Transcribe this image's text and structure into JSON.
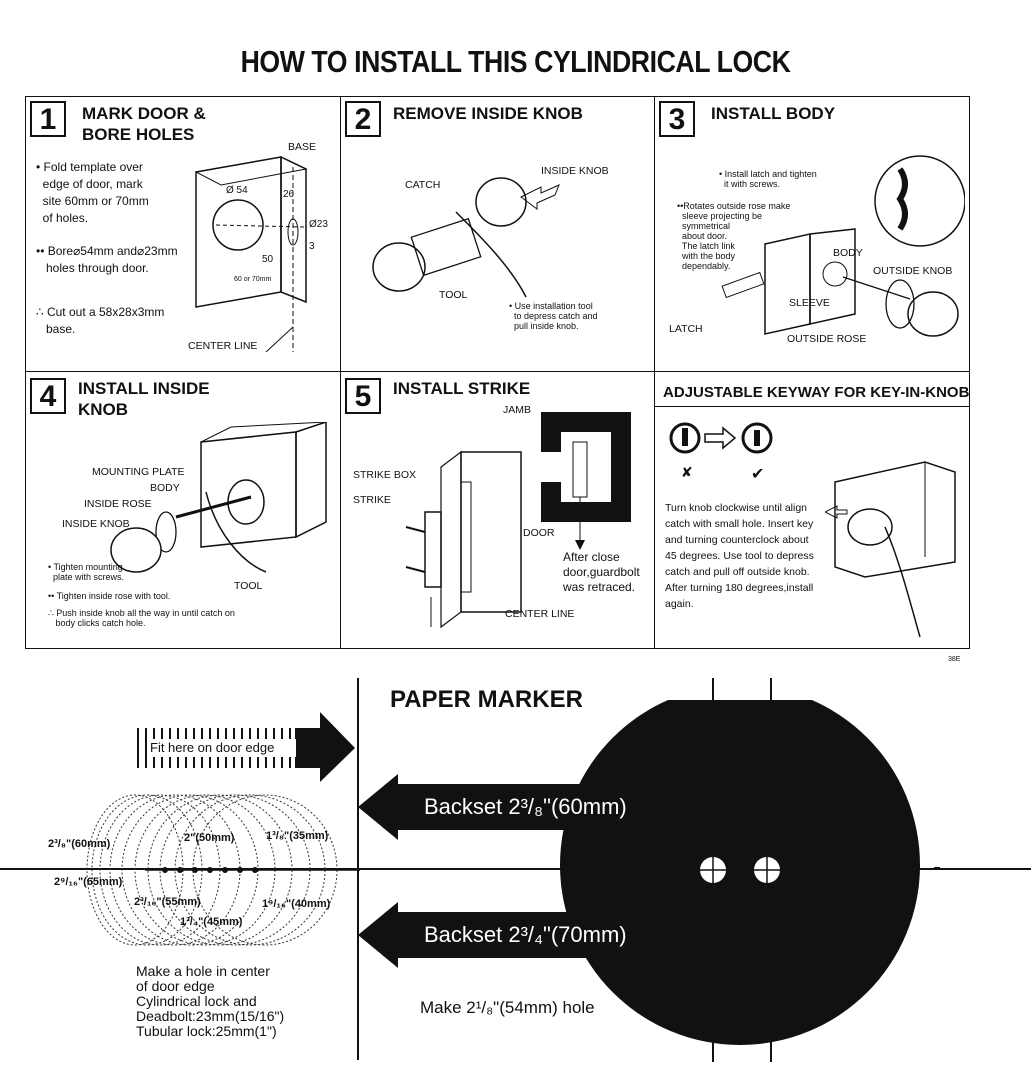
{
  "title": "HOW TO INSTALL THIS CYLINDRICAL LOCK",
  "steps": [
    {
      "num": "1",
      "heading": "MARK DOOR &\nBORE HOLES",
      "notes": [
        "• Fold template over\n  edge of door, mark\n  site 60mm or 70mm\n  of holes.",
        "•• Bore⌀54mm and⌀23mm\n   holes through door.",
        "∴ Cut out a 58x28x3mm\n   base."
      ],
      "labels": {
        "base": "BASE",
        "center_line": "CENTER LINE",
        "d54": "Ø 54",
        "n26": "26",
        "d23": "Ø23",
        "n50": "50",
        "n3": "3",
        "edge": "60 or 70mm"
      }
    },
    {
      "num": "2",
      "heading": "REMOVE INSIDE KNOB",
      "labels": {
        "catch": "CATCH",
        "inside_knob": "INSIDE KNOB",
        "tool": "TOOL"
      },
      "note": "• Use installation tool\n  to depress catch and\n  pull inside knob."
    },
    {
      "num": "3",
      "heading": "INSTALL BODY",
      "note1": "• Install latch and tighten\n  it with screws.",
      "note2": "••Rotates outside rose make\n  sleeve projecting be\n  symmetrical\n  about door.\n  The latch link\n  with the body\n  dependably.",
      "labels": {
        "body": "BODY",
        "outside_knob": "OUTSIDE KNOB",
        "sleeve": "SLEEVE",
        "latch": "LATCH",
        "outside_rose": "OUTSIDE ROSE"
      }
    },
    {
      "num": "4",
      "heading": "INSTALL INSIDE\nKNOB",
      "labels": {
        "mounting_plate": "MOUNTING PLATE",
        "body": "BODY",
        "inside_rose": "INSIDE ROSE",
        "inside_knob": "INSIDE KNOB",
        "tool": "TOOL"
      },
      "notes": [
        "• Tighten mounting\n  plate with screws.",
        "•• Tighten inside rose with tool.",
        "∴ Push inside knob all the way in until catch on\n   body clicks catch hole."
      ]
    },
    {
      "num": "5",
      "heading": "INSTALL STRIKE",
      "labels": {
        "jamb": "JAMB",
        "strike_box": "STRIKE BOX",
        "strike": "STRIKE",
        "door": "DOOR",
        "center_line": "CENTER LINE"
      },
      "note": "After close\ndoor,guardbolt\nwas retraced."
    }
  ],
  "keyway": {
    "heading": "ADJUSTABLE KEYWAY FOR KEY-IN-KNOB",
    "note": "Turn knob clockwise until align\ncatch with small hole. Insert key\nand turning counterclock about\n45 degrees. Use tool to depress\ncatch and pull off outside knob.\nAfter turning 180 degrees,install\nagain.",
    "symbols": {
      "wrong": "✘",
      "right": "✔"
    }
  },
  "page_code": "38E",
  "marker": {
    "title": "PAPER MARKER",
    "fit_label": "Fit here on door edge",
    "backset_60": "Backset  2³/₈\"(60mm)",
    "backset_70": "Backset  2³/₄\"(70mm)",
    "hole_label": "Make 2¹/₈\"(54mm) hole",
    "ring_labels": {
      "r60": "2³/₈\"(60mm)",
      "r50": "2\"(50mm)",
      "r35": "1³/₈\"(35mm)",
      "r65": "2⁹/₁₆\"(65mm)",
      "r55": "2³/₁₆\"(55mm)",
      "r40": "1⁹/₁₆\"(40mm)",
      "r45": "1³/₄\"(45mm)"
    },
    "instructions": "Make a hole in center\nof door edge\nCylindrical lock and\nDeadbolt:23mm(15/16\")\nTubular lock:25mm(1\")"
  }
}
